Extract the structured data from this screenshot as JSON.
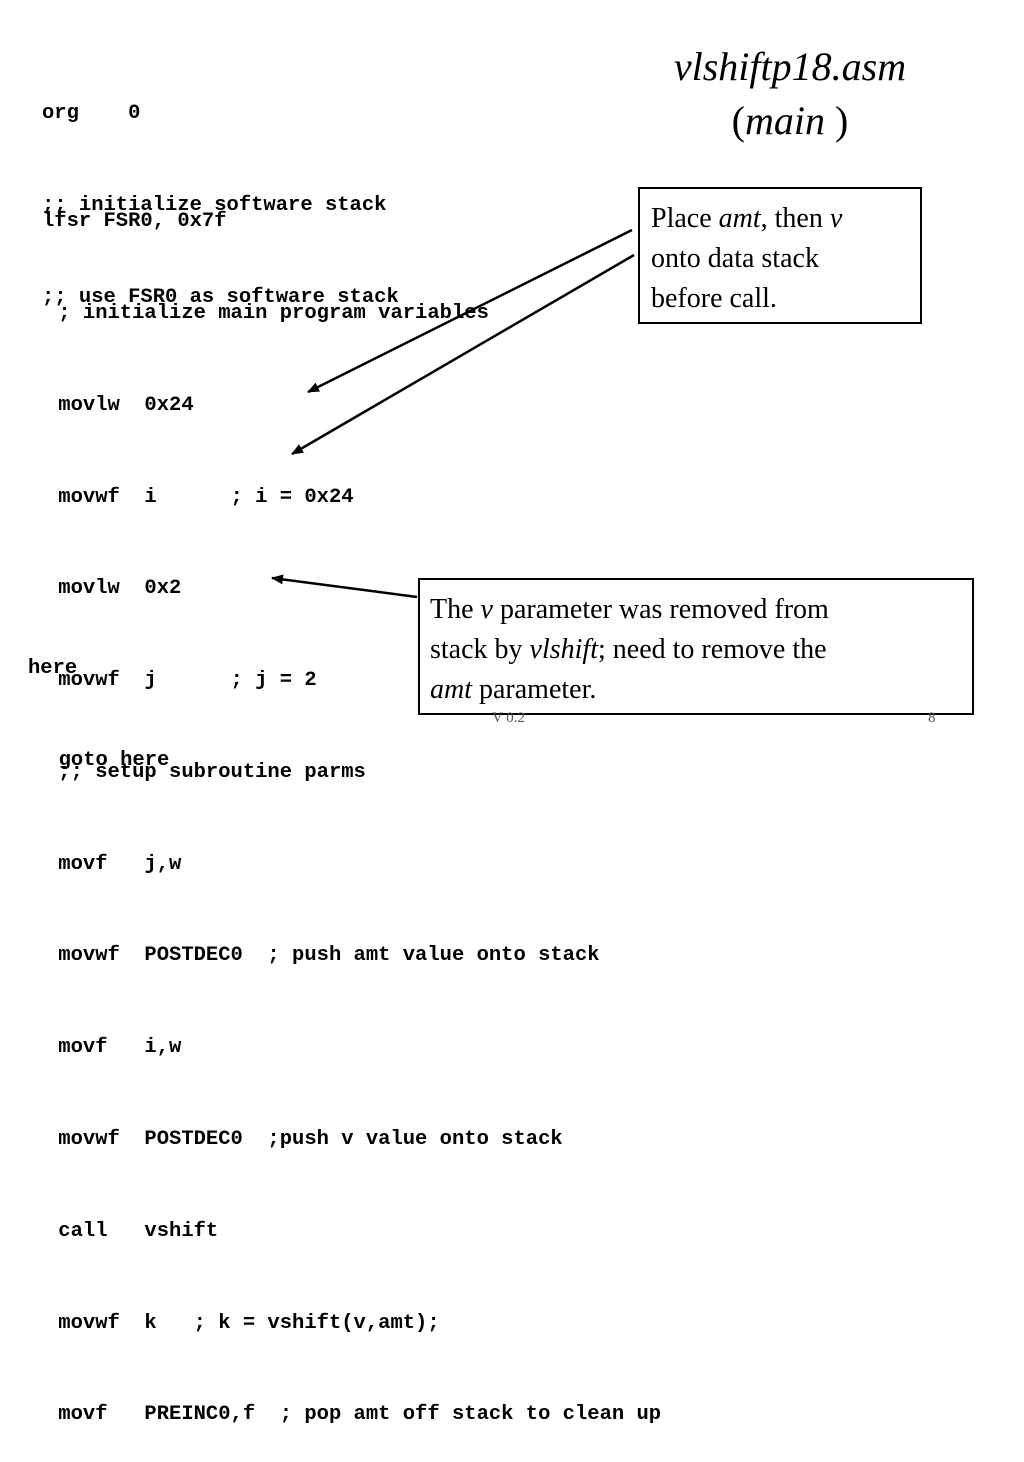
{
  "title": {
    "file": "vlshiftp18.asm",
    "paren_open": "(",
    "main": "main",
    "paren_close": " )"
  },
  "code_block_1": [
    "org    0",
    ";; initialize software stack",
    ";; use FSR0 as software stack"
  ],
  "code_block_2": [
    "lfsr FSR0, 0x7f",
    " ; initialize main program variables",
    " movlw  0x24",
    " movwf  i      ; i = 0x24",
    " movlw  0x2",
    " movwf  j      ; j = 2",
    " ;; setup subroutine parms",
    " movf   j,w",
    " movwf  POSTDEC0  ; push amt value onto stack",
    " movf   i,w",
    " movwf  POSTDEC0  ;push v value onto stack",
    " call   vshift",
    " movwf  k   ; k = vshift(v,amt);",
    " movf   PREINC0,f  ; pop amt off stack to clean up"
  ],
  "code_block_3": [
    "here",
    "  goto here"
  ],
  "callout_1": {
    "t1": "Place ",
    "t2": "amt",
    "t3": ", then ",
    "t4": "v",
    "t5": "onto data stack",
    "t6": "before call."
  },
  "callout_2": {
    "t1": "The ",
    "t2": "v",
    "t3": " parameter was removed from",
    "t4": "stack by ",
    "t5": "vlshift",
    "t6": ";  need to remove the",
    "t7": "amt",
    "t8": " parameter."
  },
  "footer": {
    "version": "V 0.2",
    "page": "8"
  }
}
